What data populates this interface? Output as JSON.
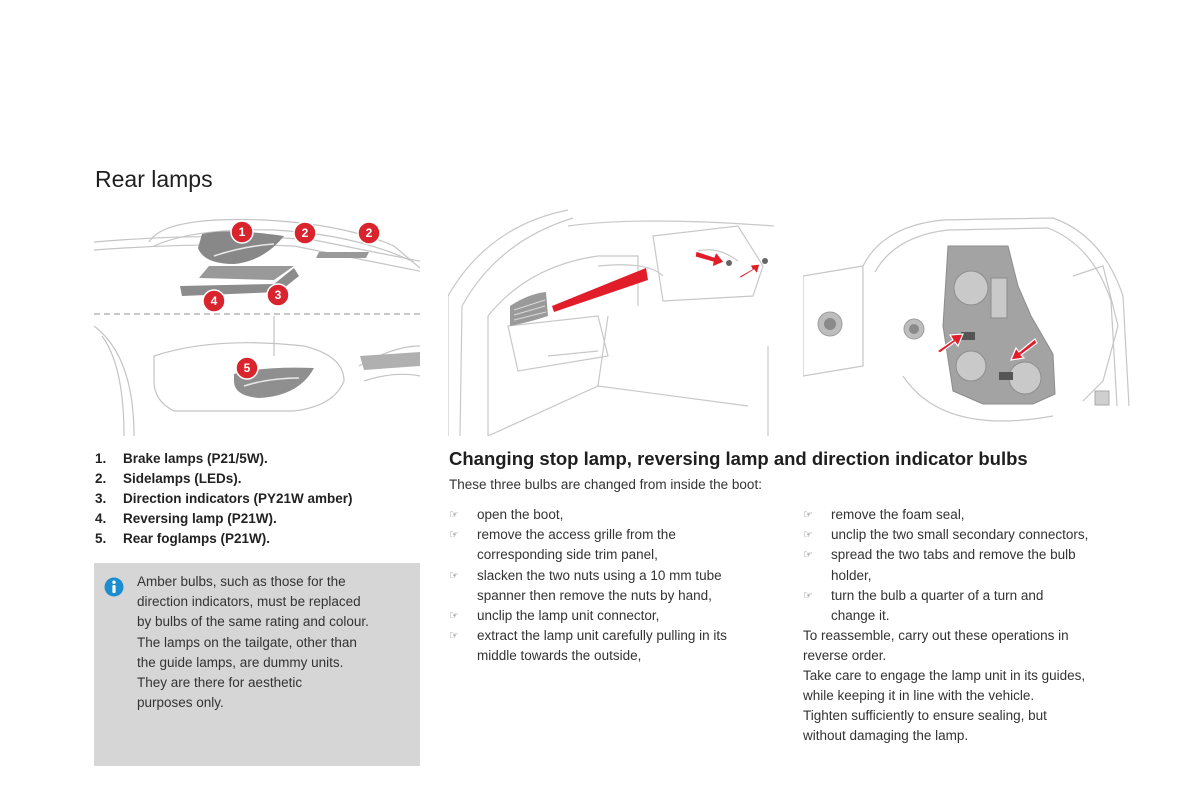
{
  "section_title": "Rear lamps",
  "callouts": [
    "1",
    "2",
    "2",
    "3",
    "4",
    "5"
  ],
  "parts_list": [
    {
      "num": "1.",
      "text": "Brake lamps (P21/5W)."
    },
    {
      "num": "2.",
      "text": "Sidelamps (LEDs)."
    },
    {
      "num": "3.",
      "text": "Direction indicators (PY21W amber)"
    },
    {
      "num": "4.",
      "text": "Reversing lamp (P21W)."
    },
    {
      "num": "5.",
      "text": "Rear foglamps (P21W)."
    }
  ],
  "note": {
    "icon": "info-icon",
    "text": "Amber bulbs, such as those for the\ndirection indicators, must be replaced\nby bulbs of the same rating and colour.\nThe lamps on the tailgate, other than\nthe guide lamps, are dummy units.\nThey are there for aesthetic\npurposes only."
  },
  "procedure": {
    "heading": "Changing stop lamp, reversing lamp and direction indicator bulbs",
    "intro": "These three bulbs are changed from inside the boot:",
    "bullet_icon": "pointing-hand-icon",
    "bullet_glyph": "☞",
    "steps_col1": [
      "open the boot,",
      "remove the access grille from the\ncorresponding side trim panel,",
      "slacken the two nuts using a 10 mm tube\nspanner then remove the nuts by hand,",
      "unclip the lamp unit connector,",
      "extract the lamp unit carefully pulling in its\nmiddle towards the outside,"
    ],
    "steps_col2": [
      "remove the foam seal,",
      "unclip the two small secondary connectors,",
      "spread the two tabs and remove the bulb\nholder,",
      "turn the bulb a quarter of a turn and\nchange it."
    ],
    "reassemble": "To reassemble, carry out these operations in\nreverse order.",
    "guide_note": "Take care to engage the lamp unit in its guides,\nwhile keeping it in line with the vehicle.",
    "tighten_note": "Tighten sufficiently to ensure sealing, but\nwithout damaging the lamp."
  },
  "colors": {
    "callout": "#d9232d",
    "arrow": "#e11d2a",
    "note_bg": "#d6d6d6",
    "info": "#1c8ed0"
  }
}
